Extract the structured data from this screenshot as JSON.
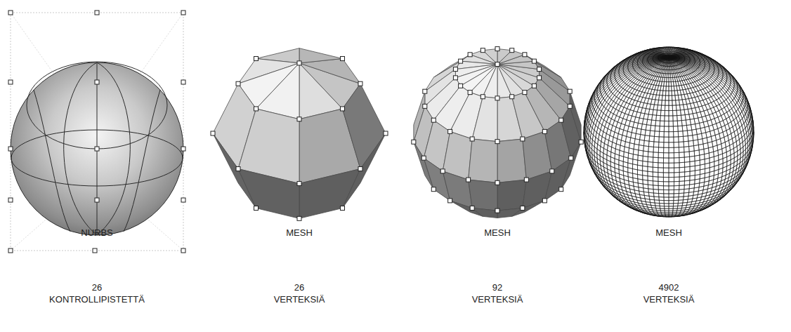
{
  "diagram": {
    "labels": [
      "NURBS",
      "26",
      "KONTROLLIPISTETTÄ",
      "MESH",
      "26",
      "VERTEKSIÄ",
      "MESH",
      "92",
      "VERTEKSIÄ",
      "MESH",
      "4902",
      "VERTEKSIÄ"
    ]
  }
}
